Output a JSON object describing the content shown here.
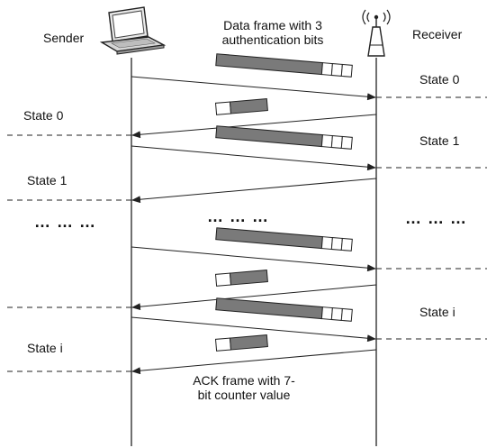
{
  "actors": {
    "sender": "Sender",
    "receiver": "Receiver"
  },
  "annotations": {
    "data_frame_line1": "Data frame with 3",
    "data_frame_line2": "authentication bits",
    "ack_frame_line1": "ACK frame with 7-",
    "ack_frame_line2": "bit counter value"
  },
  "states": {
    "r_state_0": "State 0",
    "s_state_0": "State 0",
    "r_state_1": "State 1",
    "s_state_1": "State 1",
    "r_state_i": "State i",
    "s_state_i": "State i"
  },
  "ellipsis": {
    "left": "… … …",
    "middle": "… … …",
    "right": "… … …"
  },
  "colors": {
    "frame_fill": "#7a7a7a",
    "line": "#222222"
  }
}
